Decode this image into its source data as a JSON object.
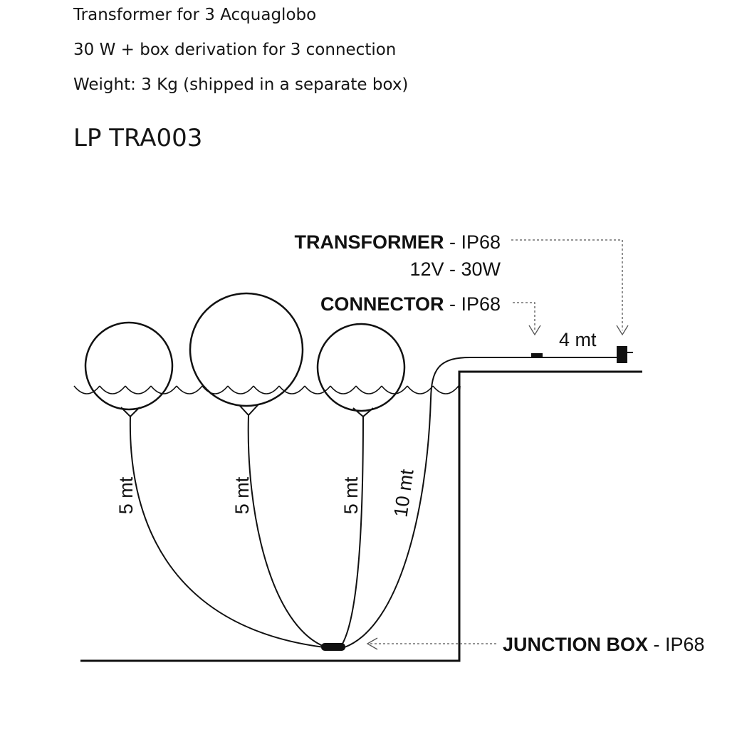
{
  "spec": {
    "line1": "Transformer for 3 Acquaglobo",
    "line2": "30 W + box derivation for 3 connection",
    "line3": "Weight: 3 Kg (shipped in a separate box)",
    "code": "LP TRA003"
  },
  "labels": {
    "transformer_name": "TRANSFORMER",
    "transformer_rating": " - IP68",
    "transformer_power": "12V - 30W",
    "connector_name": "CONNECTOR",
    "connector_rating": " - IP68",
    "junction_name": "JUNCTION BOX",
    "junction_rating": " - IP68"
  },
  "cables": {
    "globe1": "5 mt",
    "globe2": "5 mt",
    "globe3": "5 mt",
    "main": "10 mt",
    "shore": "4 mt"
  },
  "colors": {
    "line": "#111111",
    "dashed": "#555555",
    "background": "#ffffff"
  }
}
